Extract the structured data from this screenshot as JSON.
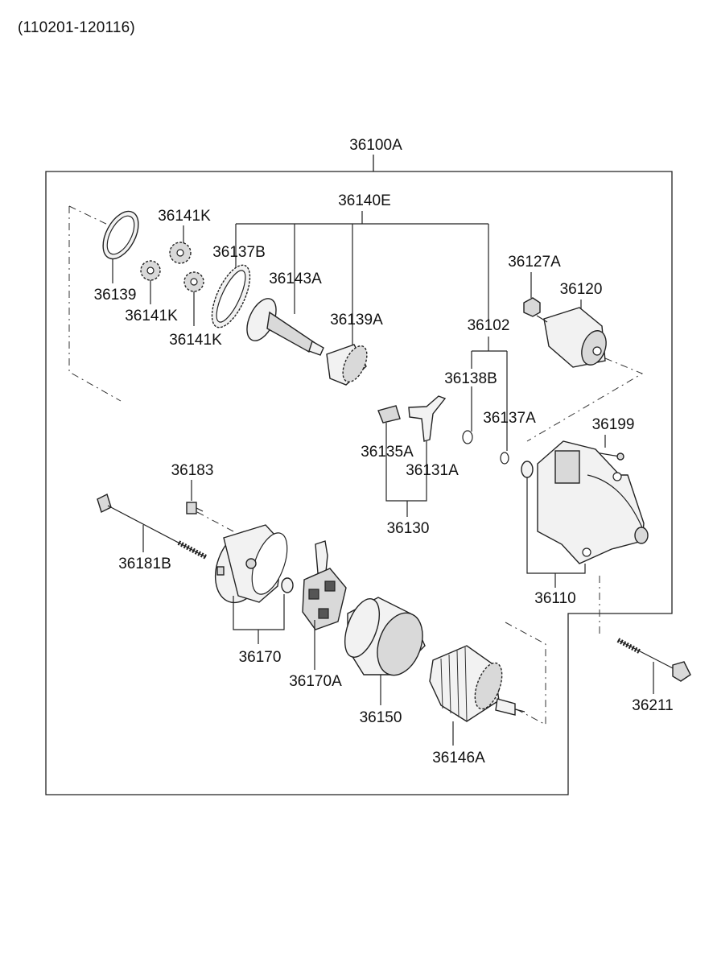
{
  "header": {
    "date_range": "(110201-120116)"
  },
  "labels": {
    "p36100A": "36100A",
    "p36140E": "36140E",
    "p36141K_top": "36141K",
    "p36137B": "36137B",
    "p36143A": "36143A",
    "p36127A": "36127A",
    "p36120": "36120",
    "p36139": "36139",
    "p36141K_mid": "36141K",
    "p36141K_low": "36141K",
    "p36139A": "36139A",
    "p36102": "36102",
    "p36138B": "36138B",
    "p36137A": "36137A",
    "p36199": "36199",
    "p36135A": "36135A",
    "p36131A": "36131A",
    "p36130": "36130",
    "p36183": "36183",
    "p36181B": "36181B",
    "p36110": "36110",
    "p36170": "36170",
    "p36170A": "36170A",
    "p36150": "36150",
    "p36211": "36211",
    "p36146A": "36146A"
  }
}
